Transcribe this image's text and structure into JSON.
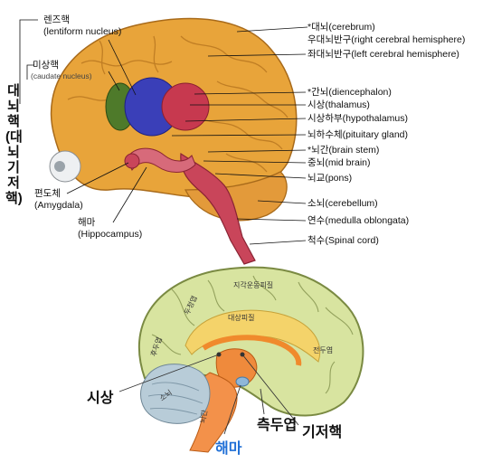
{
  "top": {
    "vertical_label": "대뇌핵(대뇌기저핵)",
    "left_labels": {
      "lentiform_ko": "렌즈핵",
      "lentiform_en": "(lentiform nucleus)",
      "caudate_ko": "미상핵",
      "caudate_en": "(caudate nucleus)",
      "amygdala_ko": "편도체",
      "amygdala_en": "(Amygdala)",
      "hippocampus_ko": "해마",
      "hippocampus_en": "(Hippocampus)"
    },
    "right_labels": [
      "*대뇌(cerebrum)",
      "우대뇌반구(right cerebral hemisphere)",
      "좌대뇌반구(left cerebral hemisphere)",
      "*간뇌(diencephalon)",
      "시상(thalamus)",
      "시상하부(hypothalamus)",
      "뇌하수체(pituitary gland)",
      "*뇌간(brain stem)",
      "중뇌(mid brain)",
      "뇌교(pons)",
      "소뇌(cerebellum)",
      "연수(medulla oblongata)",
      "척수(Spinal cord)"
    ]
  },
  "bottom": {
    "region_labels": {
      "motor": "지각운동피질",
      "parietal": "두정엽",
      "occipital": "후두엽",
      "cingulate": "대상피질",
      "frontal": "전두엽",
      "cerebellum": "소뇌",
      "brainstem": "뇌간"
    },
    "callouts": {
      "thalamus": "시상",
      "temporal": "측두엽",
      "basal": "기저핵",
      "hippocampus": "해마"
    },
    "colors": {
      "cortex": "#d8e4a0",
      "thalamus": "#ef8a3c",
      "cingulate": "#f4d36a",
      "cerebellum": "#b8ccd8",
      "hippocampus_label": "#1f6fd6"
    }
  }
}
